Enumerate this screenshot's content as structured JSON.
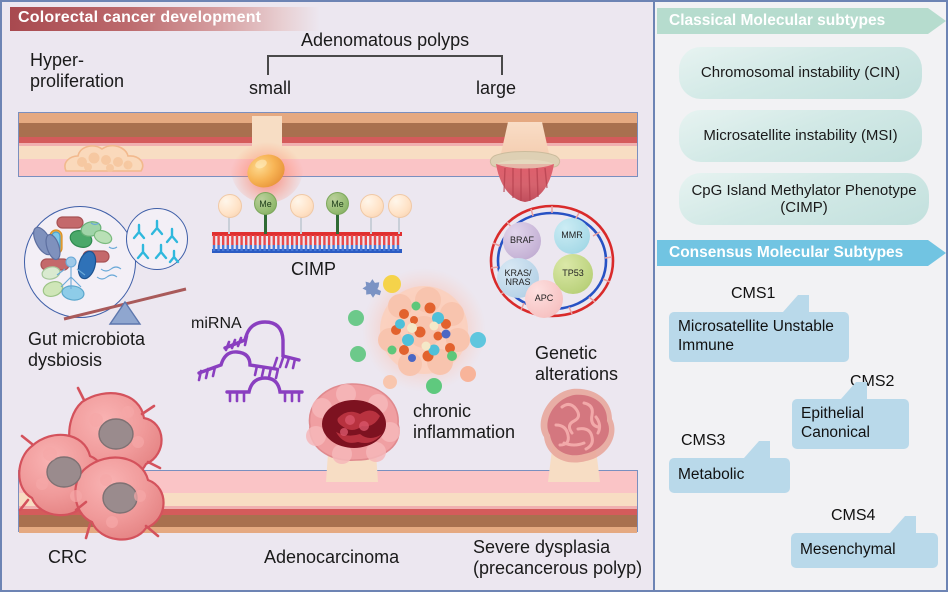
{
  "figure": {
    "title": "Colorectal cancer development",
    "title_bg_start": "#a8494f",
    "panel_bg_left": "#ece7f0",
    "panel_bg_right": "#f2f2f4",
    "border_color": "#6d84b4"
  },
  "left": {
    "stage_labels": {
      "hyperproliferation": "Hyper-\nproliferation",
      "adenomatous_polyps": "Adenomatous polyps",
      "small": "small",
      "large": "large",
      "crc": "CRC",
      "adenocarcinoma": "Adenocarcinoma",
      "severe_dysplasia": "Severe dysplasia\n(precancerous polyp)"
    },
    "mechanism_labels": {
      "cimp": "CIMP",
      "gut_microbiota": "Gut microbiota\ndysbiosis",
      "mirna": "miRNA",
      "chronic_inflammation": "chronic\ninflammation",
      "genetic_alterations": "Genetic\nalterations"
    },
    "methylation_marks": [
      "Me",
      "Me"
    ],
    "gene_spheres": [
      {
        "label": "BRAF",
        "color": "#c6b3d6"
      },
      {
        "label": "MMR",
        "color": "#a9dbe8"
      },
      {
        "label": "KRAS/\nNRAS",
        "color": "#b9d4e8"
      },
      {
        "label": "TP53",
        "color": "#bcd37e"
      },
      {
        "label": "APC",
        "color": "#f7c4c4"
      }
    ],
    "tissue_layer_colors": [
      "#e8a57c",
      "#a9704f",
      "#d35e5e",
      "#f7ddc4",
      "#f9c3c6"
    ]
  },
  "right": {
    "classical": {
      "header": "Classical Molecular subtypes",
      "header_color": "#b6dcce",
      "items": [
        "Chromosomal instability\n(CIN)",
        "Microsatellite instability\n(MSI)",
        "CpG Island Methylator\nPhenotype  (CIMP)"
      ]
    },
    "consensus": {
      "header": "Consensus Molecular Subtypes",
      "header_color": "#71c4e2",
      "items": [
        {
          "code": "CMS1",
          "name": "Microsatellite\nUnstable Immune"
        },
        {
          "code": "CMS2",
          "name": "Epithelial\nCanonical"
        },
        {
          "code": "CMS3",
          "name": "Metabolic"
        },
        {
          "code": "CMS4",
          "name": "Mesenchymal"
        }
      ]
    }
  }
}
